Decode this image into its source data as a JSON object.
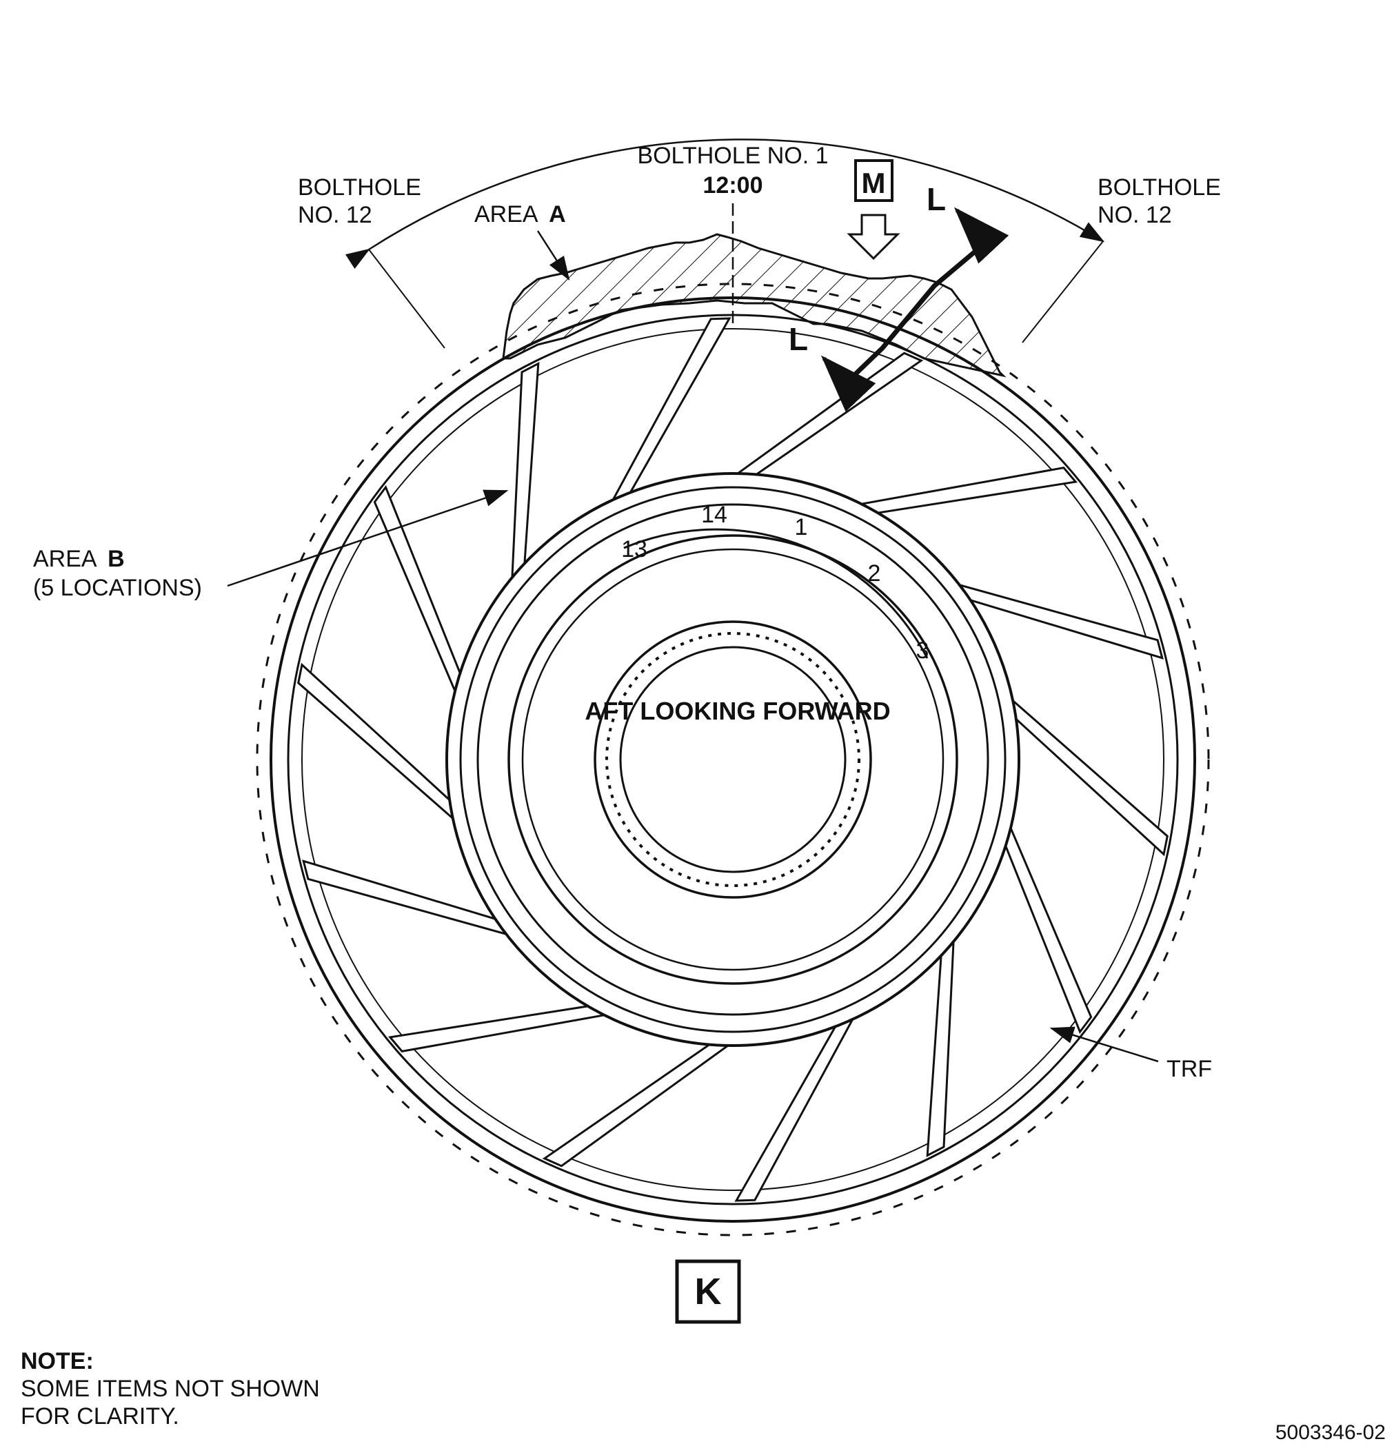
{
  "labels": {
    "bolthole_1": "BOLTHOLE NO. 1",
    "clock_position": "12:00",
    "bolthole_left_line1": "BOLTHOLE",
    "bolthole_left_line2": "NO. 12",
    "bolthole_right_line1": "BOLTHOLE",
    "bolthole_right_line2": "NO. 12",
    "area_a_prefix": "AREA",
    "area_a_letter": "A",
    "area_b_prefix": "AREA",
    "area_b_letter": "B",
    "area_b_locations": "(5 LOCATIONS)",
    "view_m": "M",
    "section_l_upper": "L",
    "section_l_lower": "L",
    "trf": "TRF",
    "center_caption": "AFT LOOKING FORWARD",
    "view_k": "K",
    "figure_number": "5003346-02"
  },
  "strut_numbers": [
    "14",
    "1",
    "2",
    "3",
    "13"
  ],
  "note": {
    "title": "NOTE:",
    "line1": "SOME ITEMS NOT SHOWN",
    "line2": "FOR CLARITY."
  },
  "colors": {
    "line": "#111111",
    "background": "#ffffff"
  }
}
